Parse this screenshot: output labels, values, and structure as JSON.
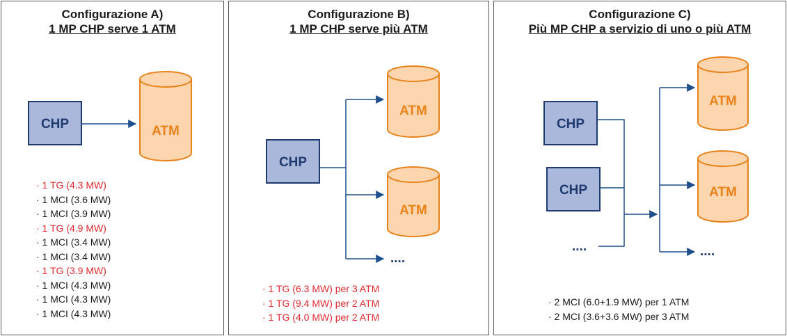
{
  "panels": [
    {
      "title": "Configurazione A)",
      "subtitle": "1 MP CHP serve 1 ATM",
      "chp_label": "CHP",
      "atm_label": "ATM",
      "items": [
        {
          "text": "· 1 TG (4.3 MW)",
          "color": "#e0282e"
        },
        {
          "text": "· 1 MCI (3.6 MW)",
          "color": "#1a1a1a"
        },
        {
          "text": "· 1 MCI (3.9 MW)",
          "color": "#1a1a1a"
        },
        {
          "text": "· 1 TG (4.9 MW)",
          "color": "#e0282e"
        },
        {
          "text": "· 1 MCI (3.4 MW)",
          "color": "#1a1a1a"
        },
        {
          "text": "· 1 MCI (3.4 MW)",
          "color": "#1a1a1a"
        },
        {
          "text": "· 1 TG (3.9 MW)",
          "color": "#e0282e"
        },
        {
          "text": "· 1 MCI (4.3 MW)",
          "color": "#1a1a1a"
        },
        {
          "text": "· 1 MCI (4.3 MW)",
          "color": "#1a1a1a"
        },
        {
          "text": "· 1 MCI (4.3 MW)",
          "color": "#1a1a1a"
        }
      ]
    },
    {
      "title": "Configurazione B)",
      "subtitle": "1 MP CHP serve più ATM",
      "chp_label": "CHP",
      "atm_label": "ATM",
      "dots_label": "....",
      "items": [
        {
          "text": "· 1 TG (6.3 MW) per 3 ATM",
          "color": "#e0282e"
        },
        {
          "text": "· 1 TG (9.4 MW) per 2 ATM",
          "color": "#e0282e"
        },
        {
          "text": "· 1 TG (4.0 MW) per 2 ATM",
          "color": "#e0282e"
        }
      ]
    },
    {
      "title": "Configurazione C)",
      "subtitle": "Più MP CHP a servizio di uno o più ATM",
      "chp_label": "CHP",
      "atm_label": "ATM",
      "dots_label": "....",
      "items": [
        {
          "text": "· 2 MCI (6.0+1.9 MW) per 1 ATM",
          "color": "#1a1a1a"
        },
        {
          "text": "· 2 MCI (3.6+3.6 MW) per 3 ATM",
          "color": "#1a1a1a"
        }
      ]
    }
  ],
  "colors": {
    "chp_fill": "#aab8dc",
    "chp_stroke": "#1f3a6e",
    "atm_fill": "#fdd5ae",
    "atm_stroke": "#e8821a",
    "arrow": "#1f4f8c",
    "red_text": "#e0282e"
  }
}
